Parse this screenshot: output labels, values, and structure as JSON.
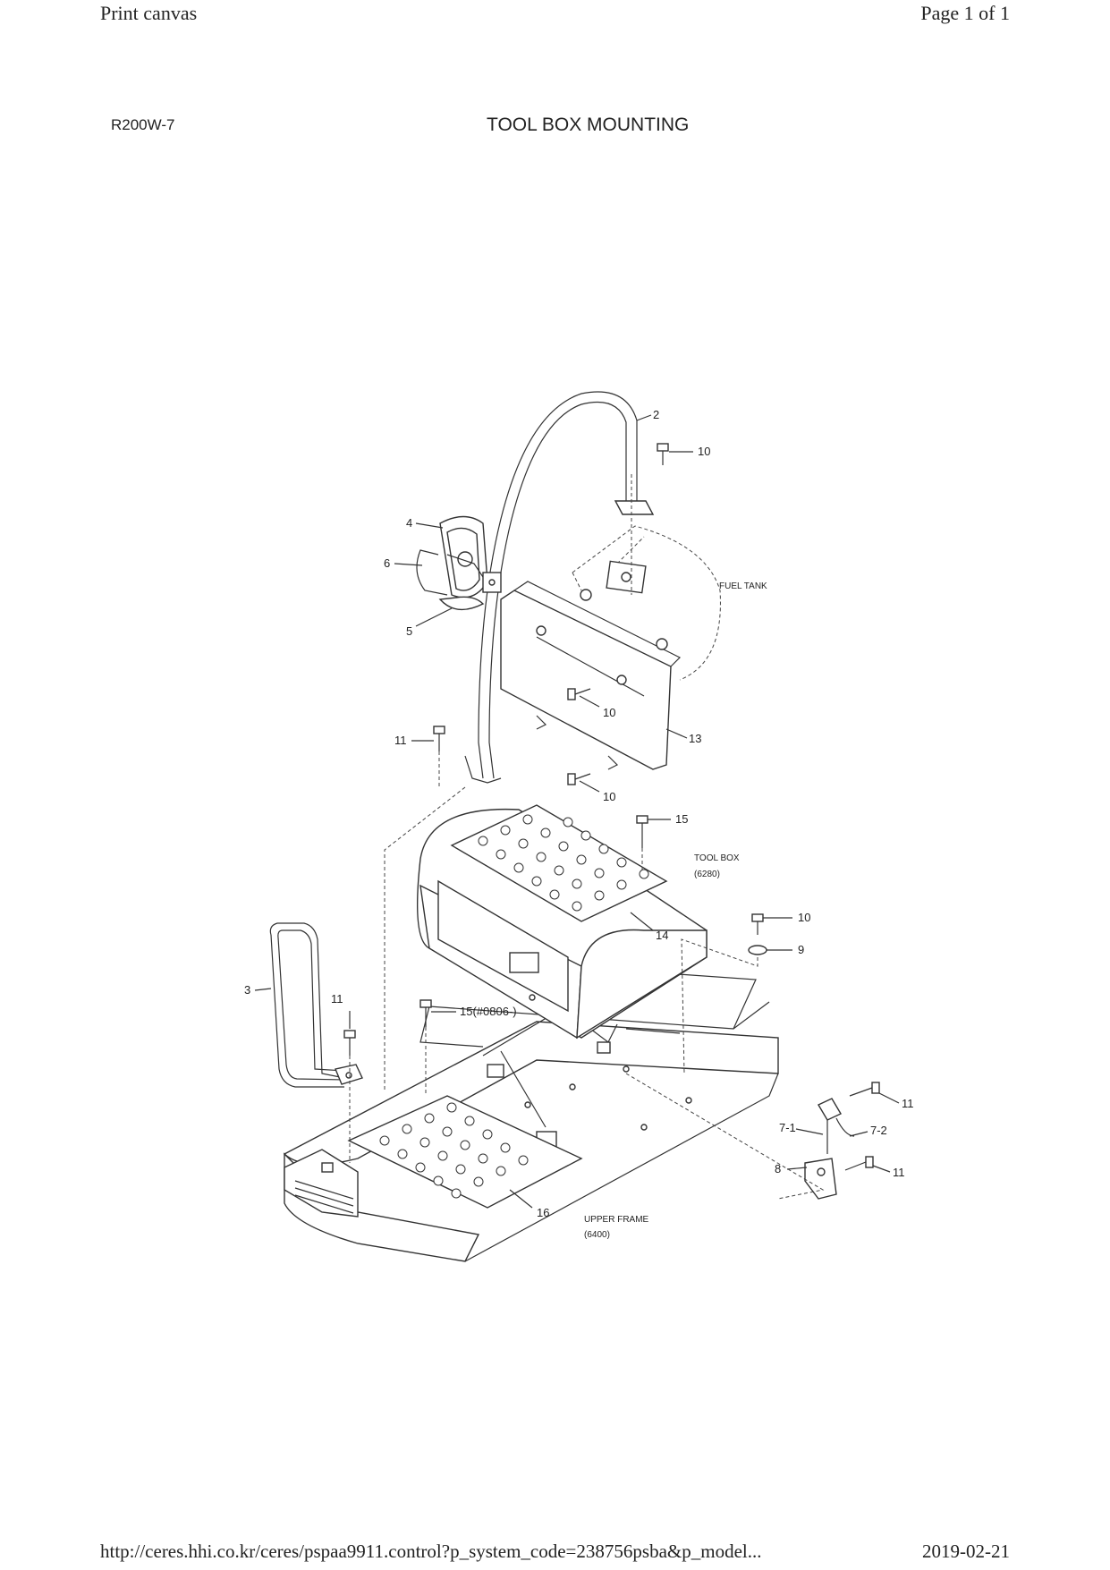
{
  "page": {
    "header_left": "Print canvas",
    "header_right": "Page 1 of 1",
    "footer_url": "http://ceres.hhi.co.kr/ceres/pspaa9911.control?p_system_code=238756psba&p_model...",
    "footer_date": "2019-02-21"
  },
  "drawing": {
    "model": "R200W-7",
    "title": "TOOL BOX MOUNTING"
  },
  "callouts": [
    {
      "id": "2",
      "text": "2"
    },
    {
      "id": "10a",
      "text": "10"
    },
    {
      "id": "4",
      "text": "4"
    },
    {
      "id": "6",
      "text": "6"
    },
    {
      "id": "5",
      "text": "5"
    },
    {
      "id": "10b",
      "text": "10"
    },
    {
      "id": "13",
      "text": "13"
    },
    {
      "id": "11a",
      "text": "11"
    },
    {
      "id": "10c",
      "text": "10"
    },
    {
      "id": "15a",
      "text": "15"
    },
    {
      "id": "14",
      "text": "14"
    },
    {
      "id": "10d",
      "text": "10"
    },
    {
      "id": "9",
      "text": "9"
    },
    {
      "id": "3",
      "text": "3"
    },
    {
      "id": "11b",
      "text": "11"
    },
    {
      "id": "15b",
      "text": "15(#0806-)"
    },
    {
      "id": "11c",
      "text": "11"
    },
    {
      "id": "7-1",
      "text": "7-1"
    },
    {
      "id": "7-2",
      "text": "7-2"
    },
    {
      "id": "8",
      "text": "8"
    },
    {
      "id": "11d",
      "text": "11"
    },
    {
      "id": "16",
      "text": "16"
    }
  ],
  "annotations": {
    "fuel_tank": "FUEL TANK",
    "tool_box": "TOOL BOX",
    "tool_box_code": "(6280)",
    "upper_frame": "UPPER FRAME",
    "upper_frame_code": "(6400)"
  }
}
